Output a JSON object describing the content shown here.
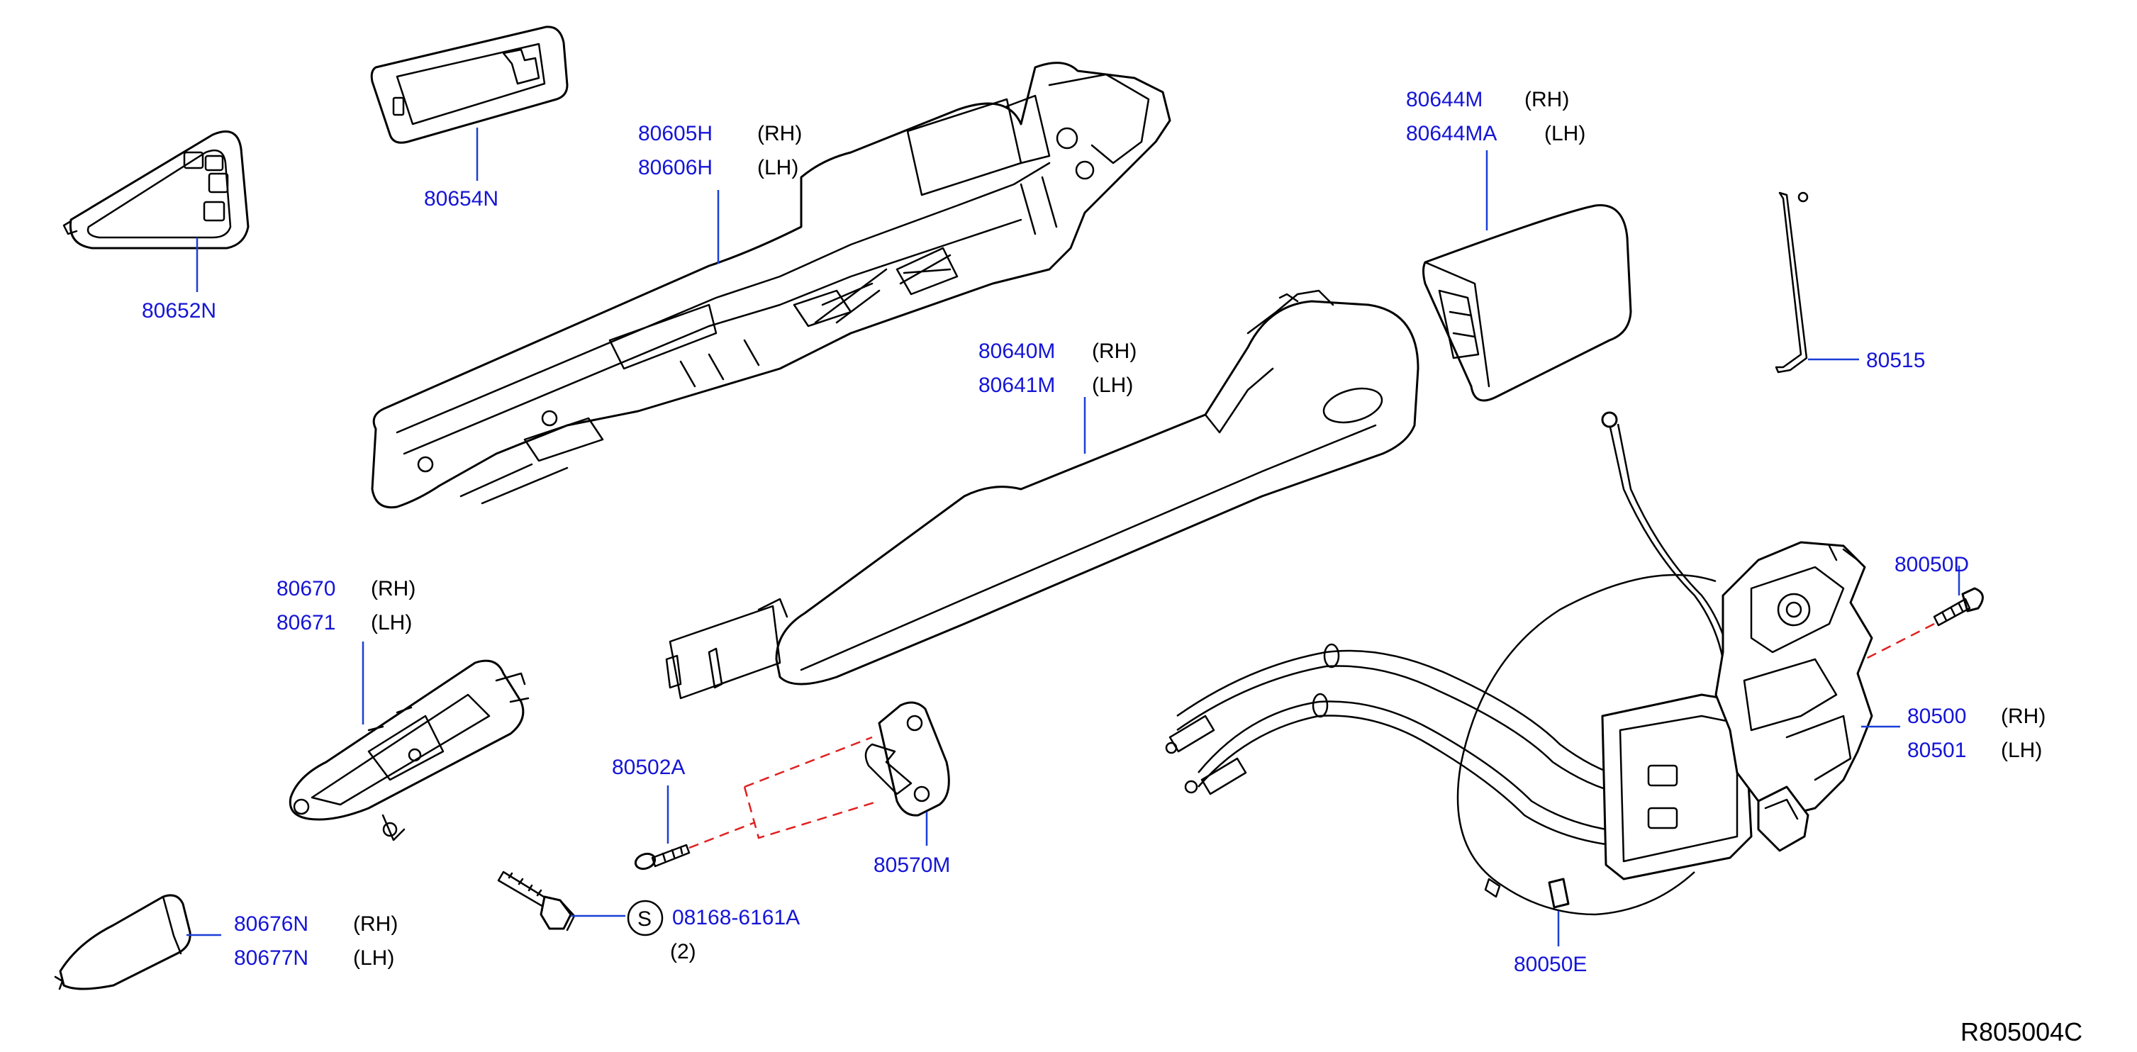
{
  "labels": {
    "p80652N": "80652N",
    "p80654N": "80654N",
    "p80605H": "80605H",
    "p80606H": "80606H",
    "p80644M": "80644M",
    "p80644MA": "80644MA",
    "p80515": "80515",
    "p80640M": "80640M",
    "p80641M": "80641M",
    "p80670": "80670",
    "p80671": "80671",
    "p80050D": "80050D",
    "p80500": "80500",
    "p80501": "80501",
    "p80502A": "80502A",
    "p80570M": "80570M",
    "p80676N": "80676N",
    "p80677N": "80677N",
    "p08168": "08168-6161A",
    "qty": "(2)",
    "p80050E": "80050E",
    "rh": "(RH)",
    "lh": "(LH)",
    "symbol_s": "S"
  },
  "reference_code": "R805004C",
  "colors": {
    "part_number": "#1515d6",
    "leader_line": "#1a3fd6",
    "dashed_guide": "#e02020",
    "outline": "#000000"
  }
}
